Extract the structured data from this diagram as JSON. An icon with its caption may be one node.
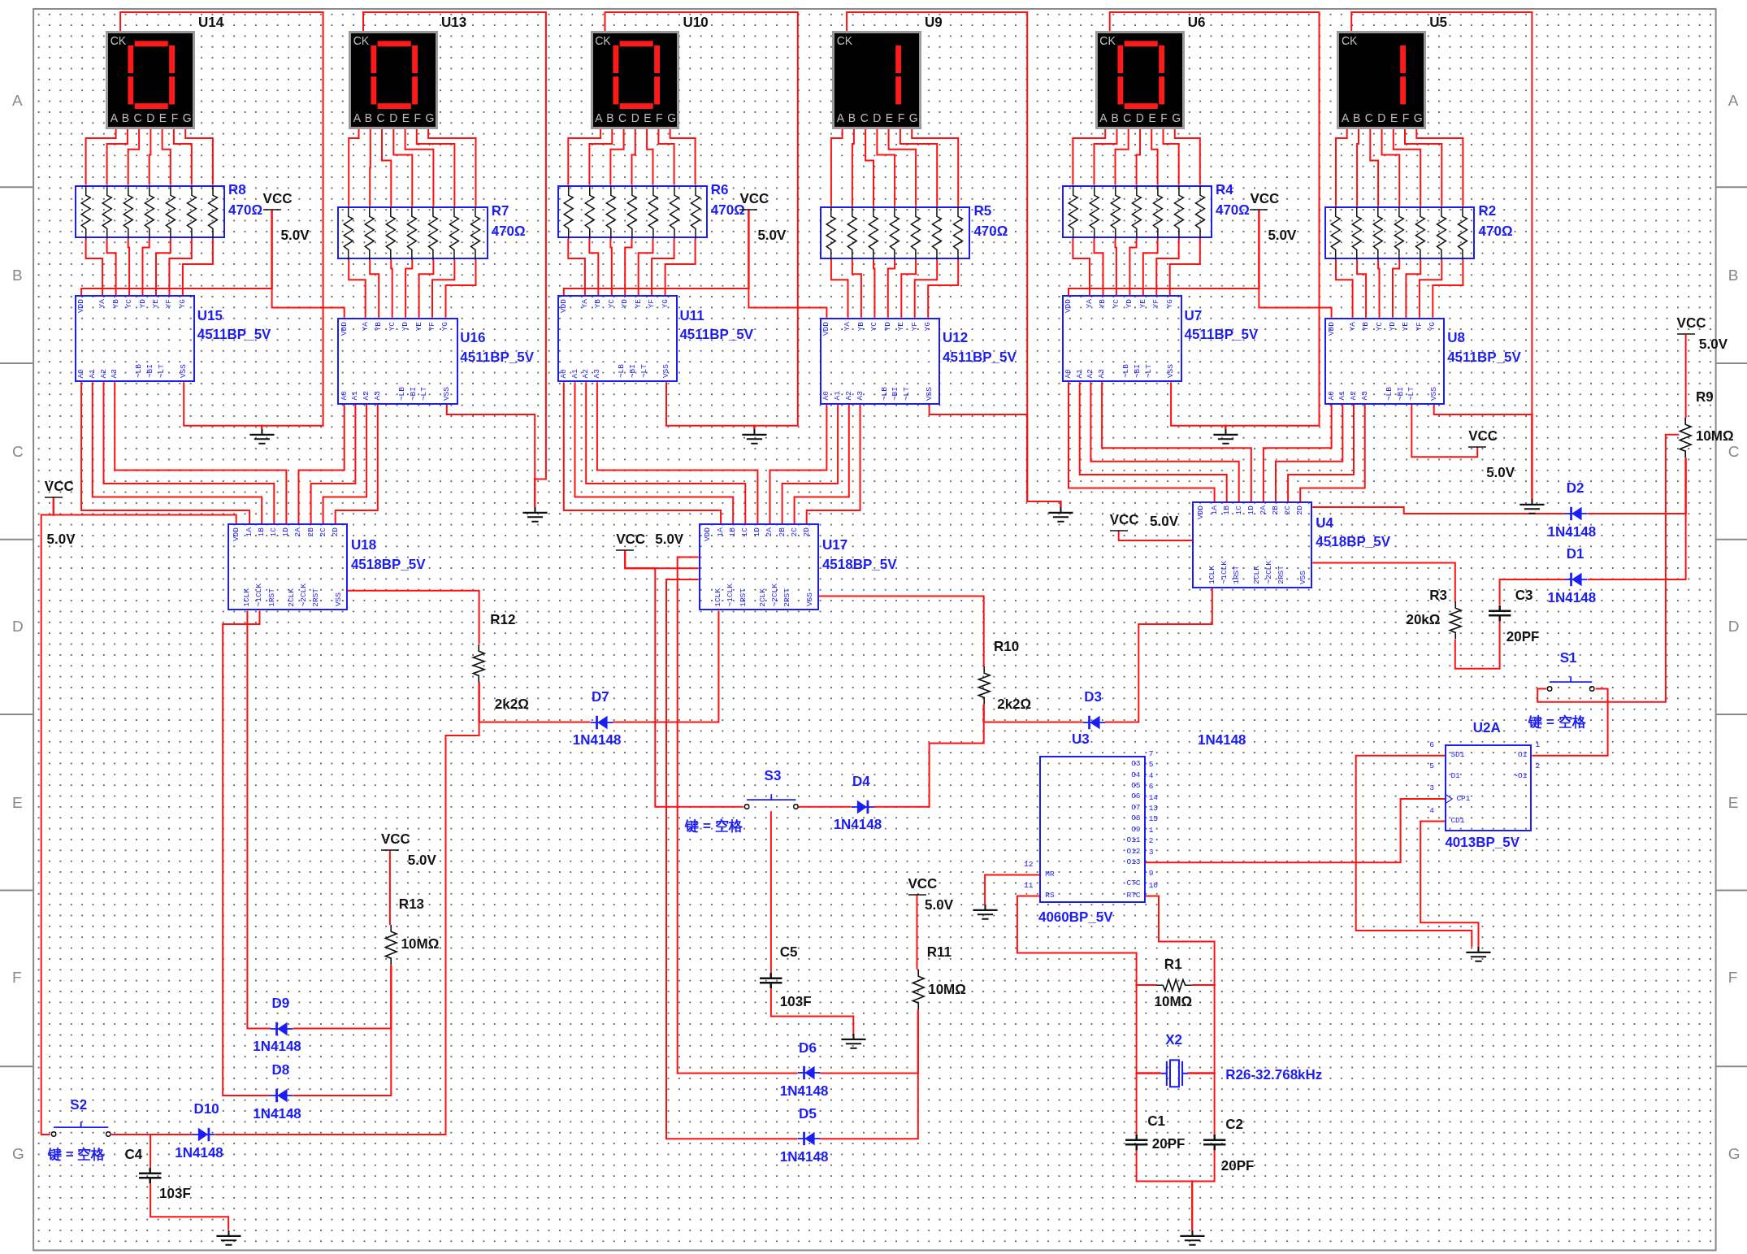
{
  "diagram": {
    "nodes": [
      {
        "text": [
          "U14",
          "CK",
          "A B C D E F G"
        ]
      },
      {
        "text": [
          "U13",
          "CK",
          "A B C D E F G"
        ]
      },
      {
        "text": [
          "U10",
          "CK",
          "A B C D E F G"
        ]
      },
      {
        "text": [
          "U9",
          "CK",
          "A B C D E F G"
        ]
      },
      {
        "text": [
          "U6",
          "CK",
          "A B C D E F G"
        ]
      },
      {
        "text": [
          "U5",
          "CK",
          "A B C D E F G"
        ]
      },
      {
        "text": [
          "R8",
          "470Ω"
        ]
      },
      {
        "text": [
          "R7",
          "470Ω"
        ]
      },
      {
        "text": [
          "R6",
          "470Ω"
        ]
      },
      {
        "text": [
          "R5",
          "470Ω"
        ]
      },
      {
        "text": [
          "R4",
          "470Ω"
        ]
      },
      {
        "text": [
          "R2",
          "470Ω"
        ]
      },
      {
        "text": [
          "U15",
          "4511BP_5V",
          "VDD",
          "YA",
          "YB",
          "YC",
          "YD",
          "YE",
          "YF",
          "YG",
          "A0",
          "A1",
          "A2",
          "A3",
          "~LB",
          "~BI",
          "~LT",
          "VSS"
        ]
      },
      {
        "text": [
          "U16",
          "4511BP_5V",
          "VDD",
          "YA",
          "YB",
          "YC",
          "YD",
          "YE",
          "YF",
          "YG",
          "A0",
          "A1",
          "A2",
          "A3",
          "~LB",
          "~BI",
          "~LT",
          "VSS"
        ]
      },
      {
        "text": [
          "U11",
          "4511BP_5V",
          "VDD",
          "YA",
          "YB",
          "YC",
          "YD",
          "YE",
          "YF",
          "YG",
          "A0",
          "A1",
          "A2",
          "A3",
          "~LB",
          "~BI",
          "~LT",
          "VSS"
        ]
      },
      {
        "text": [
          "U12",
          "4511BP_5V",
          "VDD",
          "YA",
          "YB",
          "YC",
          "YD",
          "YE",
          "YF",
          "YG",
          "A0",
          "A1",
          "A2",
          "A3",
          "~LB",
          "~BI",
          "~LT",
          "VSS"
        ]
      },
      {
        "text": [
          "U7",
          "4511BP_5V",
          "VDD",
          "YA",
          "YB",
          "YC",
          "YD",
          "YE",
          "YF",
          "YG",
          "A0",
          "A1",
          "A2",
          "A3",
          "~LB",
          "~BI",
          "~LT",
          "VSS"
        ]
      },
      {
        "text": [
          "U8",
          "4511BP_5V",
          "VDD",
          "YA",
          "YB",
          "YC",
          "YD",
          "YE",
          "YF",
          "YG",
          "A0",
          "A1",
          "A2",
          "A3",
          "~LB",
          "~BI",
          "~LT",
          "VSS"
        ]
      },
      {
        "text": [
          "U18",
          "4518BP_5V",
          "VDD",
          "1A",
          "1B",
          "1C",
          "1D",
          "2A",
          "2B",
          "2C",
          "2D",
          "1CLK",
          "~1CLK",
          "1RST",
          "2CLK",
          "~2CLK",
          "2RST",
          "VSS"
        ]
      },
      {
        "text": [
          "U17",
          "4518BP_5V",
          "VDD",
          "1A",
          "1B",
          "1C",
          "1D",
          "2A",
          "2B",
          "2C",
          "2D",
          "1CLK",
          "~1CLK",
          "1RST",
          "2CLK",
          "~2CLK",
          "2RST",
          "VSS"
        ]
      },
      {
        "text": [
          "U4",
          "4518BP_5V",
          "VDD",
          "1A",
          "1B",
          "1C",
          "1D",
          "2A",
          "2B",
          "2C",
          "2D",
          "1CLK",
          "~1CLK",
          "1RST",
          "2CLK",
          "~2CLK",
          "2RST",
          "VSS"
        ]
      },
      {
        "text": [
          "U3",
          "O3",
          "7",
          "O4",
          "5",
          "O5",
          "4",
          "O6",
          "6",
          "O7",
          "14",
          "O8",
          "13",
          "O9",
          "15",
          "O11",
          "1",
          "O12",
          "2",
          "O13",
          "3",
          "CTC",
          "9",
          "RTC",
          "10",
          "MR",
          "12",
          "RS",
          "11",
          "4060BP_5V"
        ]
      },
      {
        "text": [
          "U2A",
          "SD1",
          "6",
          "D1",
          "5",
          "CP1",
          "3",
          "CD1",
          "4",
          "O1",
          "1",
          "~O1",
          "2",
          "4013BP_5V"
        ]
      },
      {
        "text": [
          "VCC",
          "5.0V"
        ]
      },
      {
        "text": [
          "VCC",
          "5.0V"
        ]
      },
      {
        "text": [
          "VCC",
          "5.0V"
        ]
      },
      {
        "text": [
          "VCC",
          "5.0V"
        ]
      },
      {
        "text": [
          "VCC",
          "5.0V"
        ]
      },
      {
        "text": [
          "VCC",
          "5.0V"
        ]
      },
      {
        "text": [
          "VCC",
          "5.0V"
        ]
      },
      {
        "text": [
          "VCC",
          "5.0V"
        ]
      },
      {
        "text": [
          "VCC",
          "5.0V"
        ]
      },
      {
        "text": [
          "VCC",
          "5.0V"
        ]
      },
      {
        "text": [],
        "shape": "ground"
      },
      {
        "text": [],
        "shape": "ground"
      },
      {
        "text": [],
        "shape": "ground"
      },
      {
        "text": [],
        "shape": "ground"
      },
      {
        "text": [],
        "shape": "ground"
      },
      {
        "text": [],
        "shape": "ground"
      },
      {
        "text": [],
        "shape": "ground"
      },
      {
        "text": [],
        "shape": "ground"
      },
      {
        "text": [],
        "shape": "ground"
      },
      {
        "text": [],
        "shape": "ground"
      },
      {
        "text": [],
        "shape": "ground"
      },
      {
        "text": [
          "R12",
          "2k2Ω"
        ]
      },
      {
        "text": [
          "R10",
          "2k2Ω"
        ]
      },
      {
        "text": [
          "R13",
          "10MΩ"
        ]
      },
      {
        "text": [
          "R11",
          "10MΩ"
        ]
      },
      {
        "text": [
          "R9",
          "10MΩ"
        ]
      },
      {
        "text": [
          "R3",
          "20kΩ"
        ]
      },
      {
        "text": [
          "R1",
          "10MΩ"
        ]
      },
      {
        "text": [
          "D7",
          "1N4148"
        ]
      },
      {
        "text": [
          "D3",
          "1N4148"
        ]
      },
      {
        "text": [
          "D4",
          "1N4148"
        ]
      },
      {
        "text": [
          "D9",
          "1N4148"
        ]
      },
      {
        "text": [
          "D8",
          "1N4148"
        ]
      },
      {
        "text": [
          "D10",
          "1N4148"
        ]
      },
      {
        "text": [
          "D6",
          "1N4148"
        ]
      },
      {
        "text": [
          "D5",
          "1N4148"
        ]
      },
      {
        "text": [
          "D2",
          "1N4148"
        ]
      },
      {
        "text": [
          "D1",
          "1N4148"
        ]
      },
      {
        "text": [
          "C4",
          "103F"
        ]
      },
      {
        "text": [
          "C5",
          "103F"
        ]
      },
      {
        "text": [
          "C3",
          "20PF"
        ]
      },
      {
        "text": [
          "C1",
          "20PF"
        ]
      },
      {
        "text": [
          "C2",
          "20PF"
        ]
      },
      {
        "text": [
          "S1",
          "键 = 空格"
        ]
      },
      {
        "text": [
          "S2",
          "键 = 空格"
        ]
      },
      {
        "text": [
          "S3",
          "键 = 空格"
        ]
      },
      {
        "text": [
          "X2",
          "R26-32.768kHz"
        ]
      }
    ],
    "edges": [
      {
        "from": 0,
        "to": 6,
        "arrow": "none"
      },
      {
        "from": 6,
        "to": 12,
        "arrow": "none"
      },
      {
        "from": 1,
        "to": 7,
        "arrow": "none"
      },
      {
        "from": 7,
        "to": 13,
        "arrow": "none"
      },
      {
        "from": 2,
        "to": 8,
        "arrow": "none"
      },
      {
        "from": 8,
        "to": 14,
        "arrow": "none"
      },
      {
        "from": 3,
        "to": 9,
        "arrow": "none"
      },
      {
        "from": 9,
        "to": 15,
        "arrow": "none"
      },
      {
        "from": 4,
        "to": 10,
        "arrow": "none"
      },
      {
        "from": 10,
        "to": 16,
        "arrow": "none"
      },
      {
        "from": 5,
        "to": 11,
        "arrow": "none"
      },
      {
        "from": 11,
        "to": 17,
        "arrow": "none"
      },
      {
        "from": 12,
        "to": 18,
        "arrow": "none"
      },
      {
        "from": 13,
        "to": 18,
        "arrow": "none"
      },
      {
        "from": 14,
        "to": 19,
        "arrow": "none"
      },
      {
        "from": 15,
        "to": 19,
        "arrow": "none"
      },
      {
        "from": 16,
        "to": 20,
        "arrow": "none"
      },
      {
        "from": 17,
        "to": 20,
        "arrow": "none"
      },
      {
        "from": 23,
        "to": 12,
        "arrow": "none"
      },
      {
        "from": 23,
        "to": 13,
        "arrow": "none"
      },
      {
        "from": 24,
        "to": 14,
        "arrow": "none"
      },
      {
        "from": 24,
        "to": 15,
        "arrow": "none"
      },
      {
        "from": 25,
        "to": 16,
        "arrow": "none"
      },
      {
        "from": 25,
        "to": 17,
        "arrow": "none"
      },
      {
        "from": 12,
        "to": 33,
        "arrow": "none"
      },
      {
        "from": 13,
        "to": 34,
        "arrow": "none"
      },
      {
        "from": 14,
        "to": 35,
        "arrow": "none"
      },
      {
        "from": 15,
        "to": 36,
        "arrow": "none"
      },
      {
        "from": 16,
        "to": 37,
        "arrow": "none"
      },
      {
        "from": 17,
        "to": 38,
        "arrow": "none"
      },
      {
        "from": 0,
        "to": 33,
        "arrow": "none"
      },
      {
        "from": 1,
        "to": 34,
        "arrow": "none"
      },
      {
        "from": 2,
        "to": 35,
        "arrow": "none"
      },
      {
        "from": 3,
        "to": 36,
        "arrow": "none"
      },
      {
        "from": 4,
        "to": 37,
        "arrow": "none"
      },
      {
        "from": 5,
        "to": 38,
        "arrow": "none"
      },
      {
        "from": 26,
        "to": 18,
        "arrow": "none"
      },
      {
        "from": 27,
        "to": 19,
        "arrow": "none"
      },
      {
        "from": 28,
        "to": 20,
        "arrow": "none"
      },
      {
        "from": 18,
        "to": 44,
        "arrow": "none"
      },
      {
        "from": 44,
        "to": 51,
        "arrow": "none"
      },
      {
        "from": 51,
        "to": 19,
        "arrow": "none"
      },
      {
        "from": 19,
        "to": 45,
        "arrow": "none"
      },
      {
        "from": 45,
        "to": 52,
        "arrow": "none"
      },
      {
        "from": 52,
        "to": 20,
        "arrow": "none"
      },
      {
        "from": 53,
        "to": 45,
        "arrow": "none"
      },
      {
        "from": 68,
        "to": 53,
        "arrow": "none"
      },
      {
        "from": 68,
        "to": 27,
        "arrow": "none"
      },
      {
        "from": 68,
        "to": 62,
        "arrow": "none"
      },
      {
        "from": 62,
        "to": 40,
        "arrow": "none"
      },
      {
        "from": 32,
        "to": 47,
        "arrow": "none"
      },
      {
        "from": 47,
        "to": 57,
        "arrow": "none"
      },
      {
        "from": 47,
        "to": 58,
        "arrow": "none"
      },
      {
        "from": 57,
        "to": 19,
        "arrow": "none"
      },
      {
        "from": 58,
        "to": 19,
        "arrow": "none"
      },
      {
        "from": 31,
        "to": 46,
        "arrow": "none"
      },
      {
        "from": 46,
        "to": 54,
        "arrow": "none"
      },
      {
        "from": 46,
        "to": 55,
        "arrow": "none"
      },
      {
        "from": 54,
        "to": 18,
        "arrow": "none"
      },
      {
        "from": 55,
        "to": 18,
        "arrow": "none"
      },
      {
        "from": 67,
        "to": 56,
        "arrow": "none"
      },
      {
        "from": 67,
        "to": 61,
        "arrow": "none"
      },
      {
        "from": 61,
        "to": 42,
        "arrow": "none"
      },
      {
        "from": 56,
        "to": 44,
        "arrow": "none"
      },
      {
        "from": 67,
        "to": 26,
        "arrow": "none"
      },
      {
        "from": 20,
        "to": 49,
        "arrow": "none"
      },
      {
        "from": 60,
        "to": 63,
        "arrow": "none"
      },
      {
        "from": 49,
        "to": 63,
        "arrow": "none"
      },
      {
        "from": 59,
        "to": 48,
        "arrow": "none"
      },
      {
        "from": 60,
        "to": 48,
        "arrow": "none"
      },
      {
        "from": 29,
        "to": 48,
        "arrow": "none"
      },
      {
        "from": 59,
        "to": 20,
        "arrow": "none"
      },
      {
        "from": 22,
        "to": 66,
        "arrow": "none"
      },
      {
        "from": 66,
        "to": 48,
        "arrow": "none"
      },
      {
        "from": 21,
        "to": 22,
        "arrow": "none"
      },
      {
        "from": 22,
        "to": 39,
        "arrow": "none"
      },
      {
        "from": 22,
        "to": 39,
        "arrow": "none"
      },
      {
        "from": 21,
        "to": 41,
        "arrow": "none"
      },
      {
        "from": 21,
        "to": 50,
        "arrow": "none"
      },
      {
        "from": 21,
        "to": 50,
        "arrow": "none"
      },
      {
        "from": 50,
        "to": 69,
        "arrow": "none"
      },
      {
        "from": 50,
        "to": 69,
        "arrow": "none"
      },
      {
        "from": 69,
        "to": 64,
        "arrow": "none"
      },
      {
        "from": 69,
        "to": 65,
        "arrow": "none"
      },
      {
        "from": 64,
        "to": 43,
        "arrow": "none"
      },
      {
        "from": 65,
        "to": 43,
        "arrow": "none"
      },
      {
        "from": 30,
        "to": 17,
        "arrow": "none"
      }
    ],
    "labels": [
      "A",
      "A",
      "B",
      "B",
      "C",
      "C",
      "D",
      "D",
      "E",
      "E",
      "F",
      "F",
      "G",
      "G"
    ]
  }
}
